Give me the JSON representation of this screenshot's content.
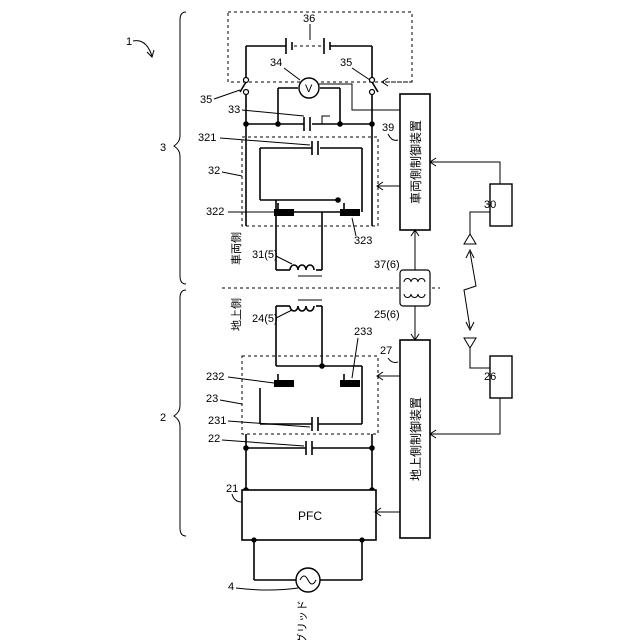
{
  "refs": {
    "system": "1",
    "ground_system": "2",
    "vehicle_system": "3",
    "grid": "4",
    "pfc": "21",
    "cap_22": "22",
    "inverter_23": "23",
    "inv_cap_231": "231",
    "inv_sw_232": "232",
    "inv_sw_233": "233",
    "ground_coil": "24(5)",
    "ground_comm": "25(6)",
    "ground_antenna": "26",
    "ground_ctrl": "27",
    "vehicle_antenna": "30",
    "vehicle_coil": "31(5)",
    "rectifier_32": "32",
    "rect_cap_321": "321",
    "rect_sw_322": "322",
    "rect_sw_323": "323",
    "cap_33": "33",
    "voltmeter": "34",
    "relay_left": "35",
    "relay_right": "35",
    "battery": "36",
    "vehicle_comm": "37(6)",
    "vehicle_ctrl": "39"
  },
  "labels": {
    "pfc": "PFC",
    "grid": "グリッド",
    "ground_side": "地上側",
    "vehicle_side": "車両側",
    "voltmeter_symbol": "V",
    "ground_ctrl": "地上側制御装置",
    "vehicle_ctrl": "車両側制御装置"
  }
}
